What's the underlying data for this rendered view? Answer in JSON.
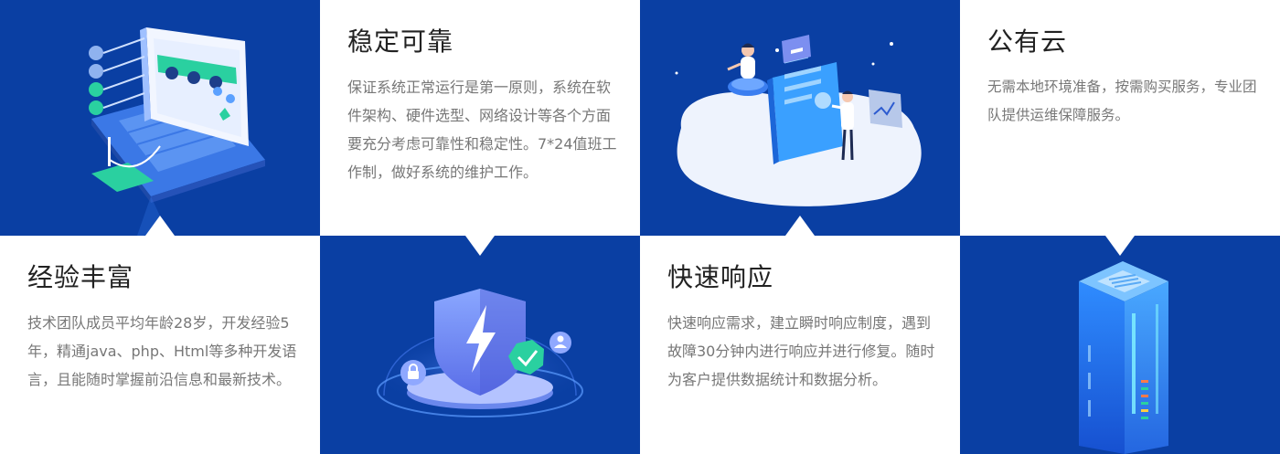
{
  "features": [
    {
      "id": "experience",
      "title": "经验丰富",
      "description": "技术团队成员平均年龄28岁，开发经验5年，精通java、php、Html等多种开发语言，且能随时掌握前沿信息和最新技术。"
    },
    {
      "id": "stable",
      "title": "稳定可靠",
      "description": "保证系统正常运行是第一原则，系统在软件架构、硬件选型、网络设计等各个方面要充分考虑可靠性和稳定性。7*24值班工作制，做好系统的维护工作。"
    },
    {
      "id": "fast",
      "title": "快速响应",
      "description": "快速响应需求，建立瞬时响应制度，遇到故障30分钟内进行响应并进行修复。随时为客户提供数据统计和数据分析。"
    },
    {
      "id": "cloud",
      "title": "公有云",
      "description": "无需本地环境准备，按需购买服务，专业团队提供运维保障服务。"
    }
  ],
  "colors": {
    "primary_blue": "#0a3fa3",
    "title_text": "#222222",
    "body_text": "#777777"
  },
  "illustrations": [
    "laptop-illustration",
    "shield-security-illustration",
    "team-dashboard-illustration",
    "server-rack-illustration"
  ]
}
